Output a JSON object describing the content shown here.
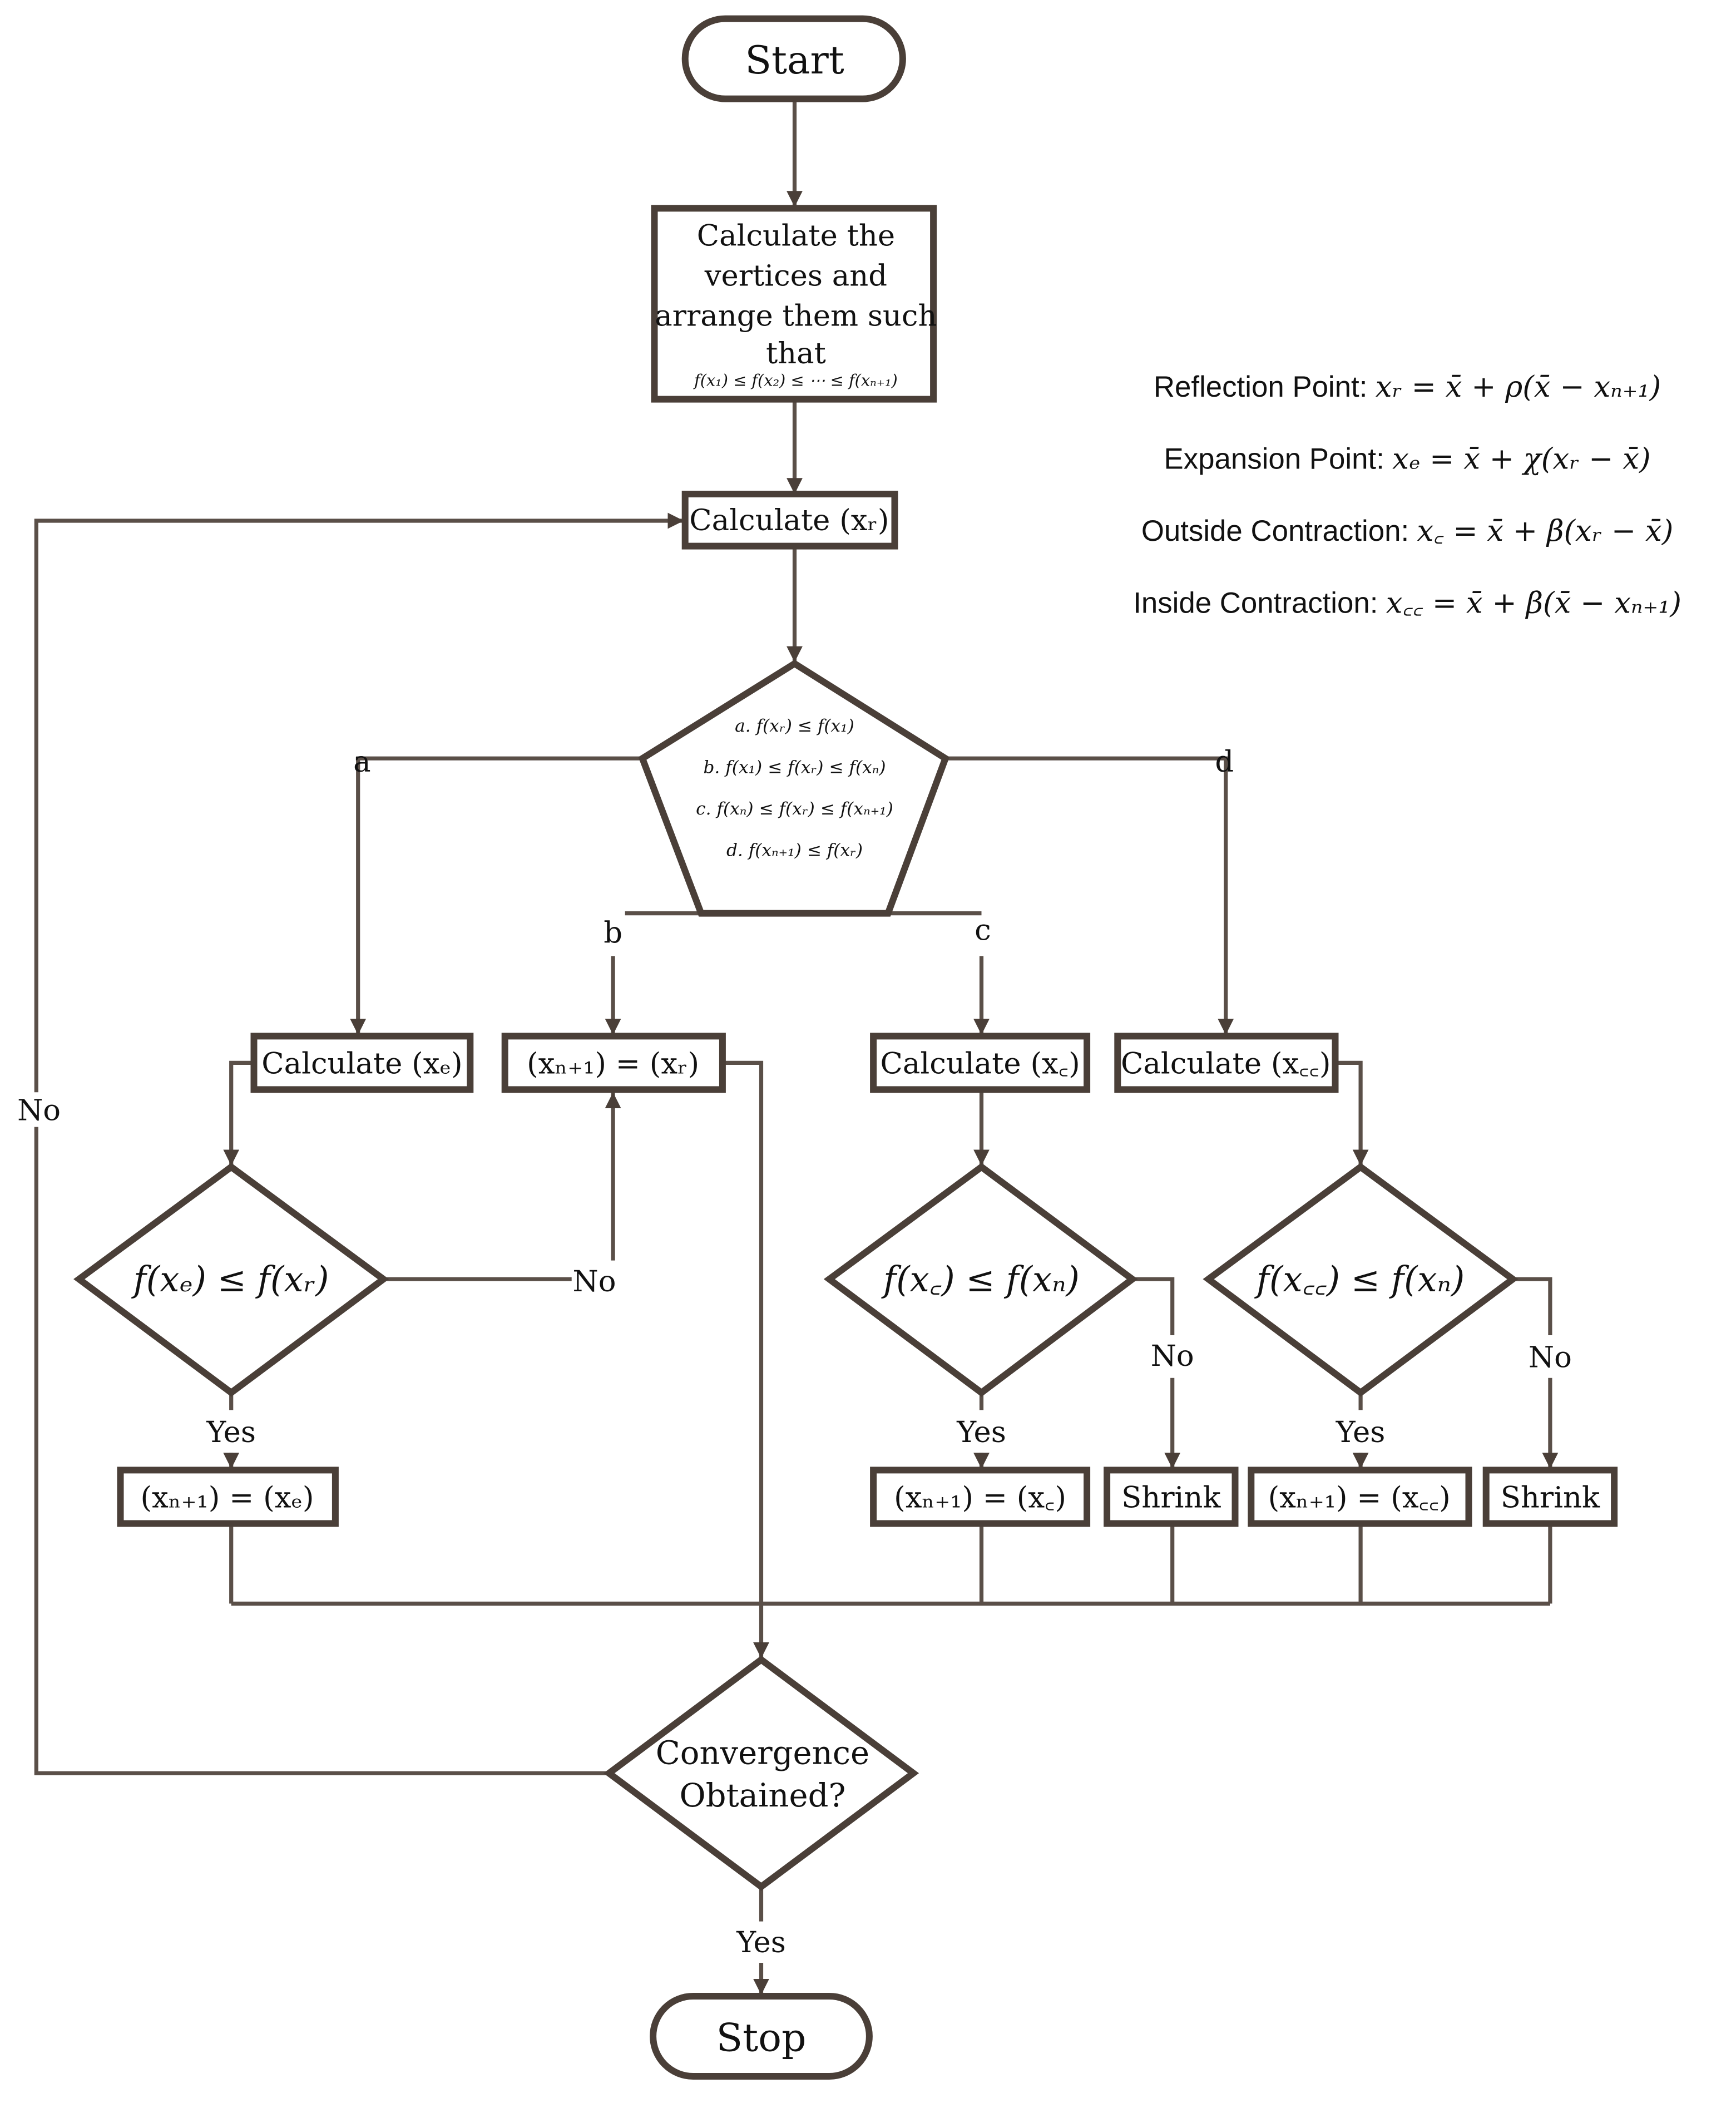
{
  "colors": {
    "stroke": "#4a3f38",
    "line": "#5a4f48",
    "text": "#111111",
    "background": "#ffffff"
  },
  "nodes": {
    "start": "Start",
    "init": [
      "Calculate the",
      "vertices and",
      "arrange them such",
      "that"
    ],
    "init_condition": "f(x₁) ≤ f(x₂) ≤ ⋯ ≤ f(xₙ₊₁)",
    "calc_reflection": "Calculate (xᵣ)",
    "conditions": [
      "a. f(xᵣ) ≤ f(x₁)",
      "b. f(x₁) ≤ f(xᵣ) ≤ f(xₙ)",
      "c. f(xₙ) ≤ f(xᵣ) ≤ f(xₙ₊₁)",
      "d. f(xₙ₊₁) ≤ f(xᵣ)"
    ],
    "branch_a": "a",
    "branch_b": "b",
    "branch_c": "c",
    "branch_d": "d",
    "calc_expansion": "Calculate (xₑ)",
    "accept_reflection": "(xₙ₊₁) = (xᵣ)",
    "calc_outside": "Calculate (x꜀)",
    "calc_inside": "Calculate (x꜀꜀)",
    "test_expansion": "f(xₑ) ≤ f(xᵣ)",
    "test_outside": "f(x꜀) ≤ f(xₙ)",
    "test_inside": "f(x꜀꜀) ≤ f(xₙ)",
    "accept_expansion": "(xₙ₊₁) = (xₑ)",
    "accept_outside": "(xₙ₊₁) = (x꜀)",
    "accept_inside": "(xₙ₊₁) = (x꜀꜀)",
    "shrink_1": "Shrink",
    "shrink_2": "Shrink",
    "convergence": [
      "Convergence",
      "Obtained?"
    ],
    "stop": "Stop"
  },
  "labels": {
    "yes_expansion": "Yes",
    "no_expansion": "No",
    "yes_outside": "Yes",
    "no_outside": "No",
    "yes_inside": "Yes",
    "no_inside": "No",
    "no_loop": "No",
    "yes_stop": "Yes"
  },
  "formulas": [
    {
      "name": "Reflection Point:",
      "equation": "xᵣ = x̄ + ρ(x̄ − xₙ₊₁)"
    },
    {
      "name": "Expansion Point:",
      "equation": "xₑ = x̄ + χ(xᵣ − x̄)"
    },
    {
      "name": "Outside Contraction:",
      "equation": "x꜀ = x̄ + β(xᵣ − x̄)"
    },
    {
      "name": "Inside Contraction:",
      "equation": "x꜀꜀ = x̄ + β(x̄ − xₙ₊₁)"
    }
  ]
}
